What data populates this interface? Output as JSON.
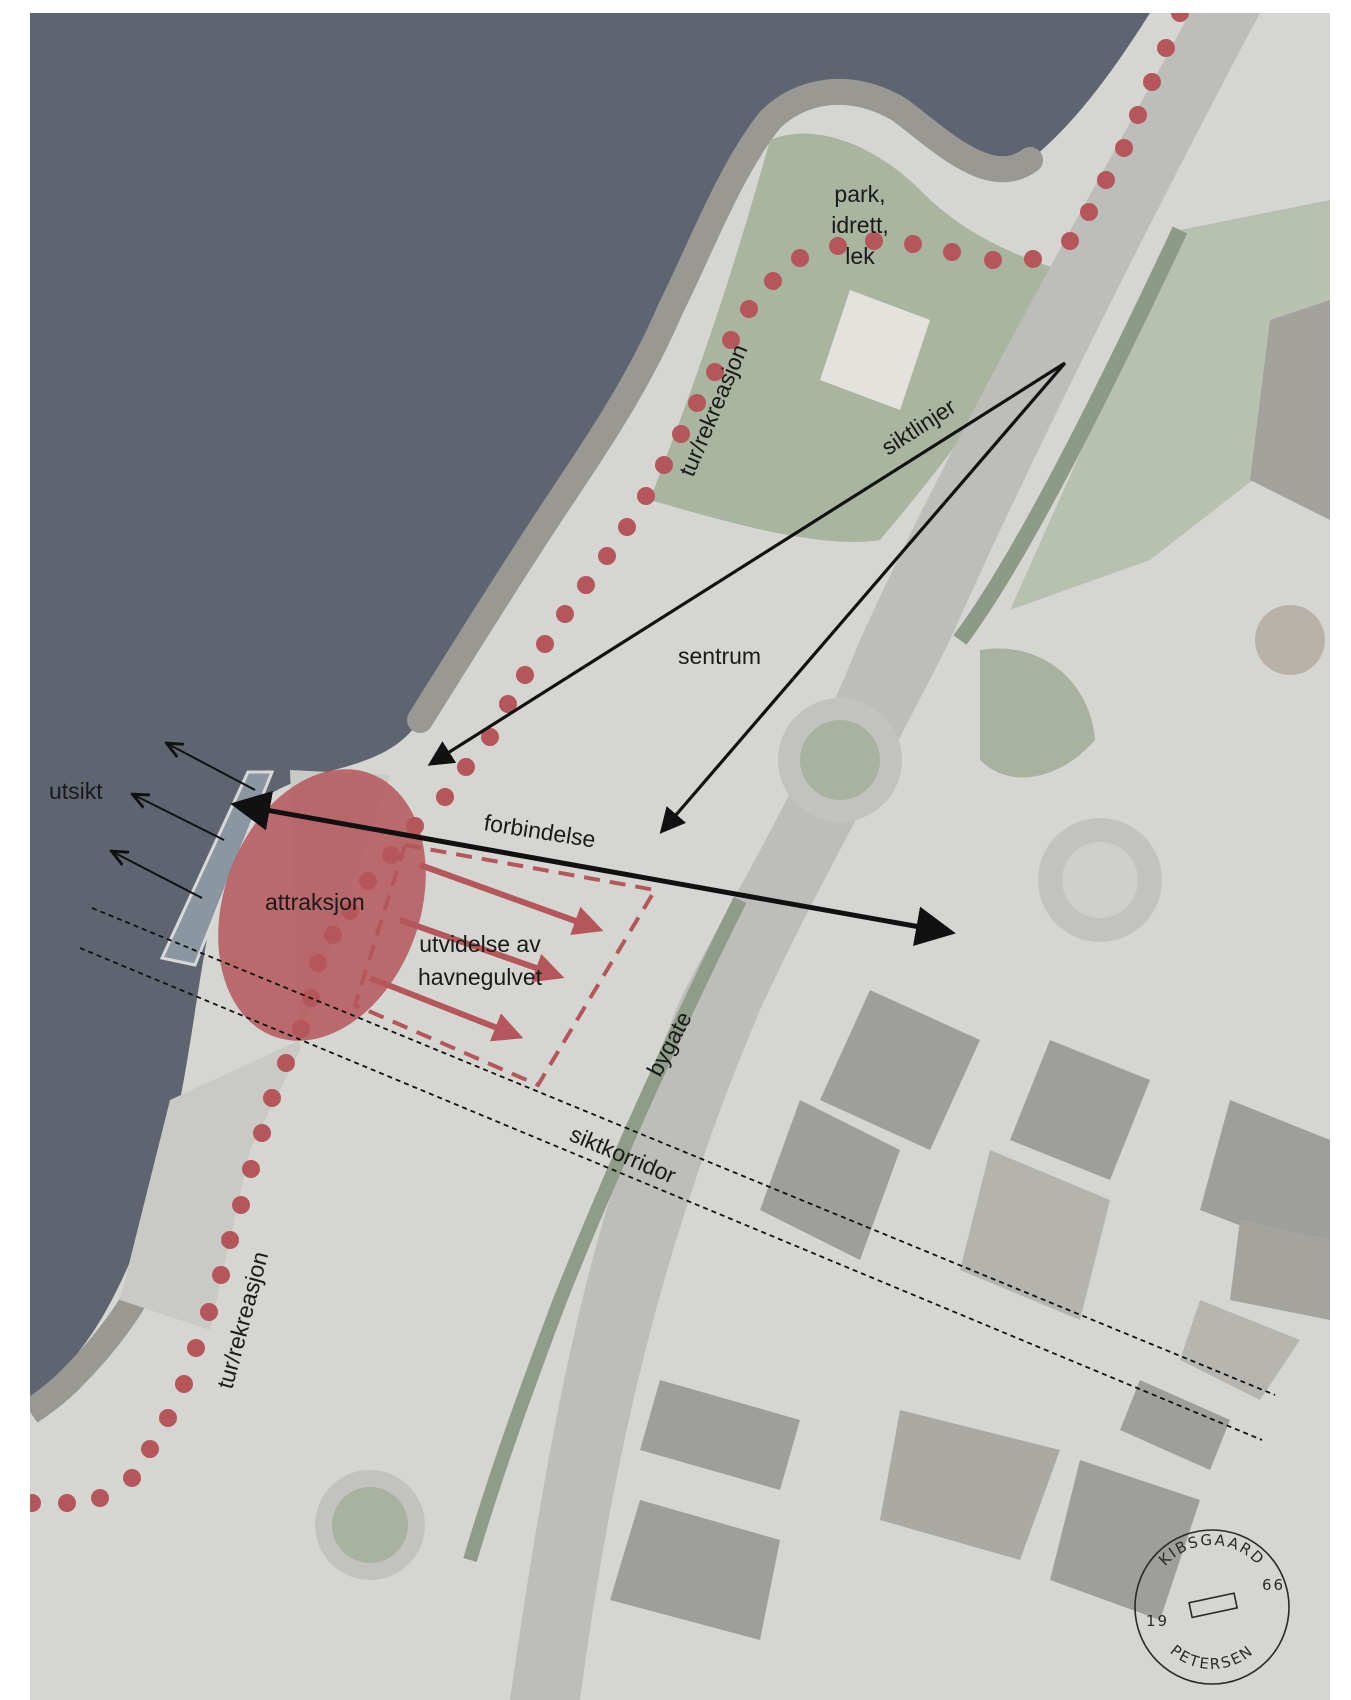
{
  "labels": {
    "park_line1": "park,",
    "park_line2": "idrett,",
    "park_line3": "lek",
    "tur_upper": "tur/rekreasjon",
    "tur_lower": "tur/rekreasjon",
    "siktlinjer": "siktlinjer",
    "sentrum": "sentrum",
    "utsikt": "utsikt",
    "forbindelse": "forbindelse",
    "attraksjon": "attraksjon",
    "utvidelse_line1": "utvidelse av",
    "utvidelse_line2": "havnegulvet",
    "bygate": "bygate",
    "siktkorridor": "siktkorridor"
  },
  "stamp": {
    "top_text": "KIBSGAARD",
    "bottom_text": "PETERSEN",
    "year_left": "19",
    "year_right": "66"
  },
  "colors": {
    "water": "#5f6670",
    "land": "#d6d6d2",
    "green": "#a7b4a0",
    "accent_red": "#b5575a",
    "arrow": "#111111"
  }
}
